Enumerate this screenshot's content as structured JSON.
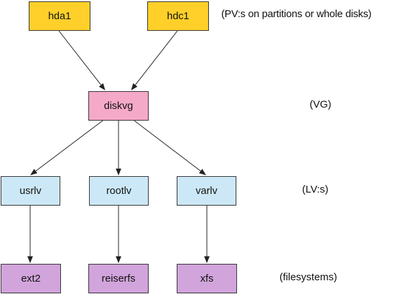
{
  "nodes": {
    "pv1": "hda1",
    "pv2": "hdc1",
    "vg": "diskvg",
    "lv1": "usrlv",
    "lv2": "rootlv",
    "lv3": "varlv",
    "fs1": "ext2",
    "fs2": "reiserfs",
    "fs3": "xfs"
  },
  "labels": {
    "pv": "(PV:s on partitions or whole disks)",
    "vg": "(VG)",
    "lv": "(LV:s)",
    "fs": "(filesystems)"
  },
  "colors": {
    "pv": "#ffd02a",
    "vg": "#f5a9c8",
    "lv": "#cce8f6",
    "fs": "#d2a4dc"
  }
}
